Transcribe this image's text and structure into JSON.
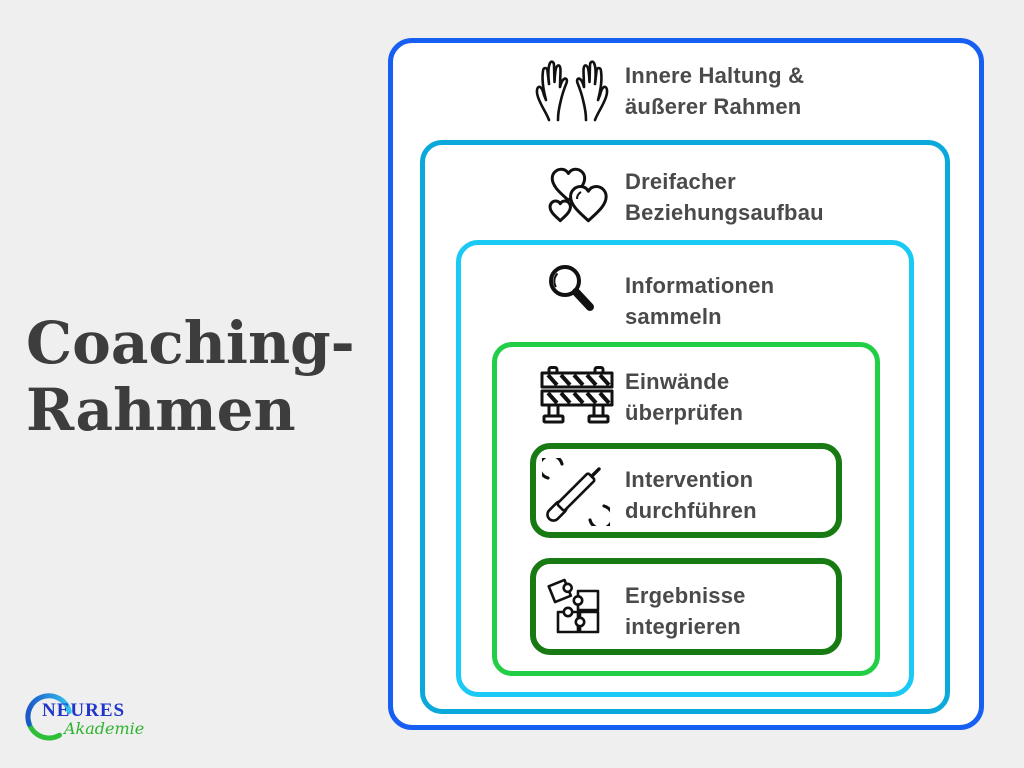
{
  "page": {
    "background_color": "#efefef",
    "panel_color": "#ffffff",
    "label_text_color": "#4a4a4a",
    "title_text_color": "#3d3d3d",
    "icon_color": "#111111"
  },
  "title": {
    "line1": "Coaching-",
    "line2": "Rahmen"
  },
  "diagram": {
    "levels": [
      {
        "label_line1": "Innere Haltung &",
        "label_line2": "äußerer Rahmen",
        "icon": "open-hands-icon",
        "border_color": "#175ef2"
      },
      {
        "label_line1": "Dreifacher",
        "label_line2": "Beziehungsaufbau",
        "icon": "hearts-icon",
        "border_color": "#0aa8db"
      },
      {
        "label_line1": "Informationen",
        "label_line2": "sammeln",
        "icon": "magnifier-icon",
        "border_color": "#1bc9f5"
      },
      {
        "label_line1": "Einwände",
        "label_line2": "überprüfen",
        "icon": "barrier-icon",
        "border_color": "#21ce45"
      },
      {
        "label_line1": "Intervention",
        "label_line2": "durchführen",
        "icon": "tools-icon",
        "border_color": "#177a12"
      },
      {
        "label_line1": "Ergebnisse",
        "label_line2": "integrieren",
        "icon": "puzzle-icon",
        "border_color": "#177a12"
      }
    ]
  },
  "logo": {
    "name": "NEURES",
    "subname": "Akademie",
    "name_color": "#2036c8",
    "subname_color": "#2db32d",
    "arc_blue": "#1b58c8",
    "arc_cyan": "#35c3ef",
    "arc_green": "#2dbe3a"
  }
}
